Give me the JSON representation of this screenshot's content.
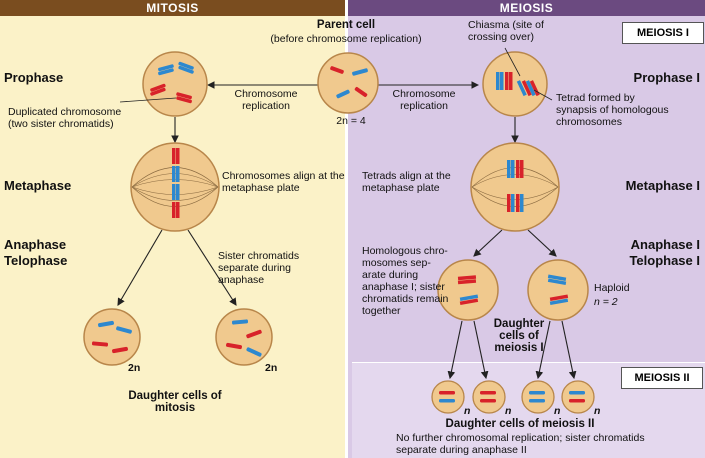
{
  "headers": {
    "mitosis": "MITOSIS",
    "meiosis": "MEIOSIS"
  },
  "parent": {
    "title": "Parent cell",
    "subtitle": "(before chromosome replication)",
    "ploidy": "2n = 4"
  },
  "chiasma": "Chiasma (site of crossing over)",
  "meiosis_boxes": {
    "m1": "MEIOSIS I",
    "m2": "MEIOSIS II"
  },
  "left_stages": {
    "prophase": "Prophase",
    "metaphase": "Metaphase",
    "anaphase": "Anaphase",
    "telophase": "Telophase"
  },
  "right_stages": {
    "prophase": "Prophase I",
    "metaphase": "Metaphase I",
    "anaphase": "Anaphase I",
    "telophase": "Telophase I"
  },
  "replication": {
    "left": "Chromosome replication",
    "right": "Chromosome replication"
  },
  "mitosis_labels": {
    "duplicated": "Duplicated chromosome (two sister chromatids)",
    "align": "Chromosomes align at the metaphase plate",
    "separate": "Sister chromatids separate during anaphase",
    "ploidy_left": "2n",
    "ploidy_right": "2n",
    "daughter": "Daughter cells of mitosis"
  },
  "meiosis_labels": {
    "tetrad": "Tetrad formed by synapsis of homologous chromosomes",
    "tetrads_align": "Tetrads align at the metaphase plate",
    "homologous": "Homologous chro- mosomes sep- arate during anaphase I; sister chromatids remain together",
    "haploid": "Haploid",
    "haploid_n": "n = 2",
    "daughter1": "Daughter cells of meiosis I",
    "n_labels": [
      "n",
      "n",
      "n",
      "n"
    ],
    "daughter2": "Daughter cells of meiosis II",
    "no_further": "No further chromosomal replication; sister chromatids separate during anaphase II"
  },
  "colors": {
    "cell_fill": "#f0c98e",
    "cell_stroke": "#b8864a",
    "red": "#d8222a",
    "blue": "#2d88cf"
  }
}
